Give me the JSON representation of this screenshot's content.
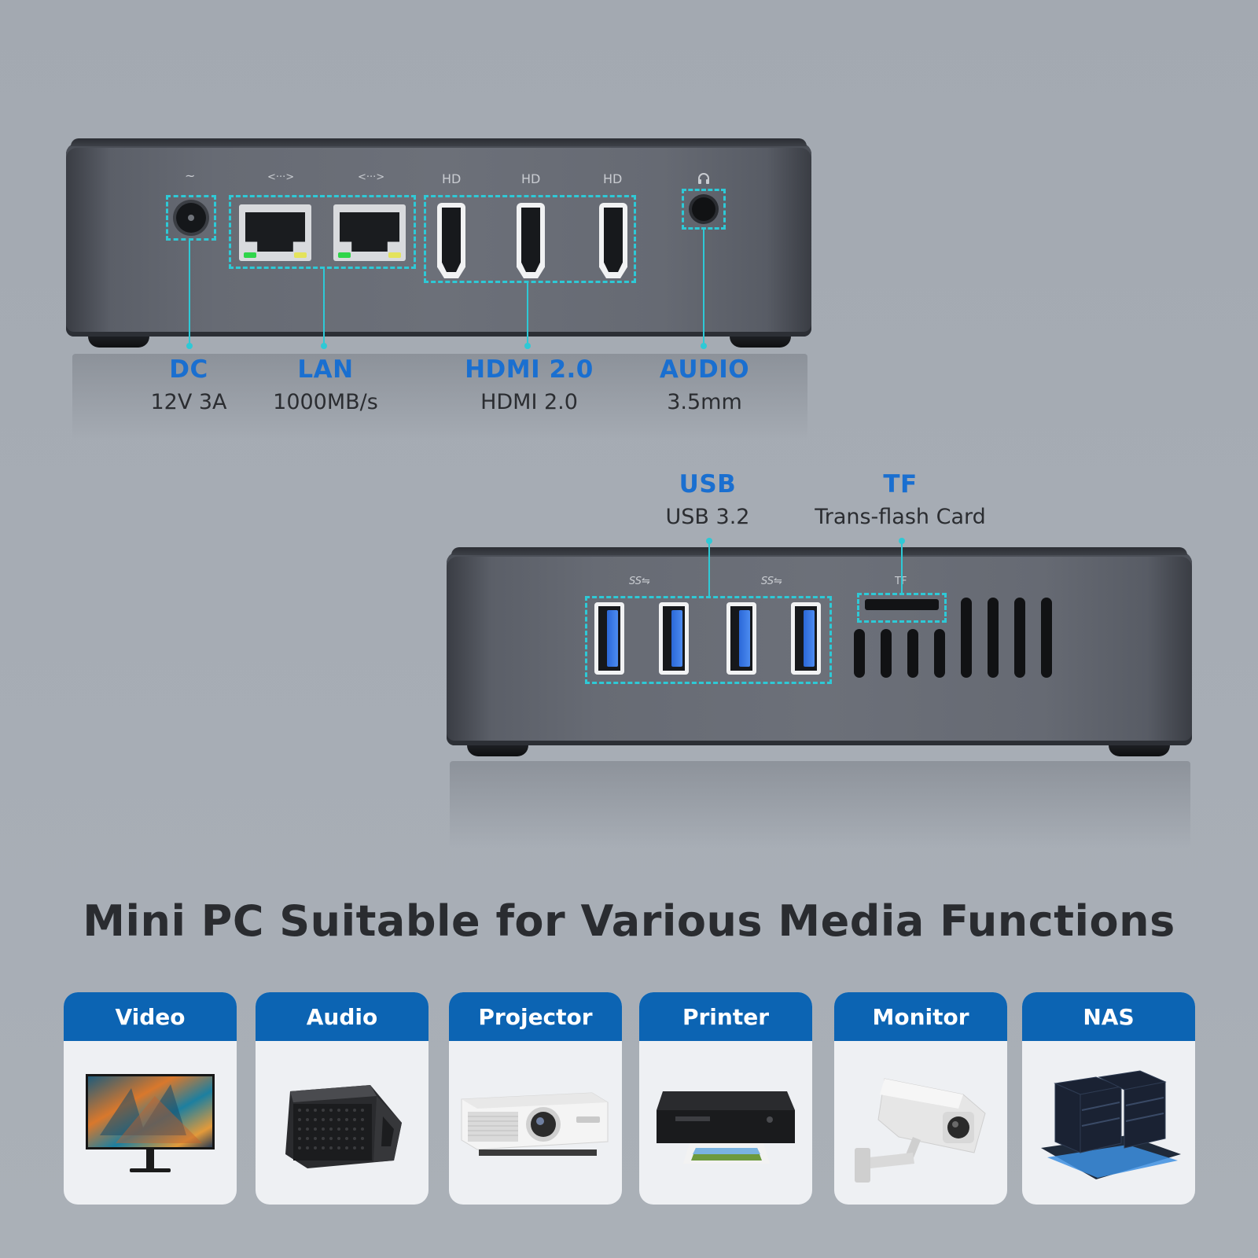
{
  "device_top": {
    "port_marks": {
      "dc": "~",
      "lan": "<···>",
      "hdmi": "HD",
      "audio": "headphone"
    },
    "ports": [
      {
        "title": "DC",
        "subtitle": "12V 3A"
      },
      {
        "title": "LAN",
        "subtitle": "1000MB/s"
      },
      {
        "title": "HDMI 2.0",
        "subtitle": "HDMI 2.0"
      },
      {
        "title": "AUDIO",
        "subtitle": "3.5mm"
      }
    ]
  },
  "device_bottom": {
    "port_marks": {
      "usb": "SS⇋",
      "tf": "TF"
    },
    "ports": [
      {
        "title": "USB",
        "subtitle": "USB 3.2"
      },
      {
        "title": "TF",
        "subtitle": "Trans-flash Card"
      }
    ]
  },
  "headline": "Mini PC Suitable for Various Media Functions",
  "cards": [
    {
      "label": "Video",
      "icon": "monitor-icon"
    },
    {
      "label": "Audio",
      "icon": "speaker-icon"
    },
    {
      "label": "Projector",
      "icon": "projector-icon"
    },
    {
      "label": "Printer",
      "icon": "printer-icon"
    },
    {
      "label": "Monitor",
      "icon": "security-camera-icon"
    },
    {
      "label": "NAS",
      "icon": "nas-drives-icon"
    }
  ],
  "colors": {
    "accent_blue": "#1a6fd0",
    "card_header": "#0c64b3",
    "callout_cyan": "#2ec9d6",
    "background": "#a5abb3"
  }
}
